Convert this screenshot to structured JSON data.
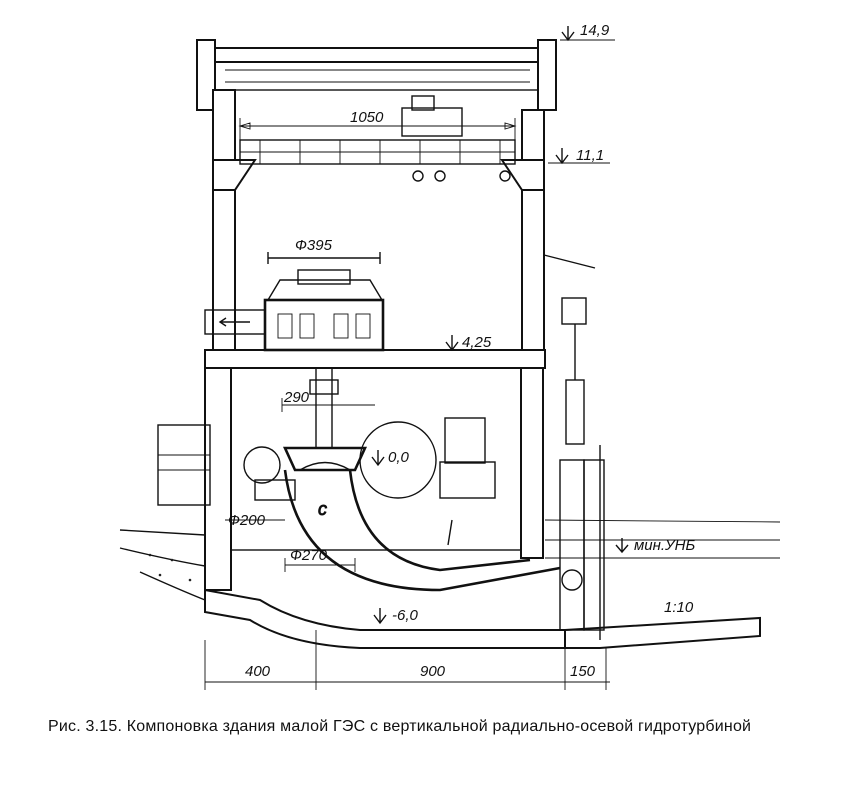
{
  "labels": {
    "elev_top": "14,9",
    "elev_crane": "11,1",
    "elev_floor": "4,25",
    "elev_turbine": "0,0",
    "elev_bottom": "-6,0",
    "min_tailwater": "мин.УНБ",
    "crane_span": "1050",
    "generator_dia": "Ф395",
    "shaft_dim": "290",
    "runner_dia": "Ф200",
    "draft_dia": "Ф270",
    "slope": "1:10",
    "dim_left": "400",
    "dim_mid": "900",
    "dim_right": "150"
  },
  "caption": "Рис. 3.15. Компоновка здания малой ГЭС с вертикальной радиально-осевой гидротурбиной"
}
